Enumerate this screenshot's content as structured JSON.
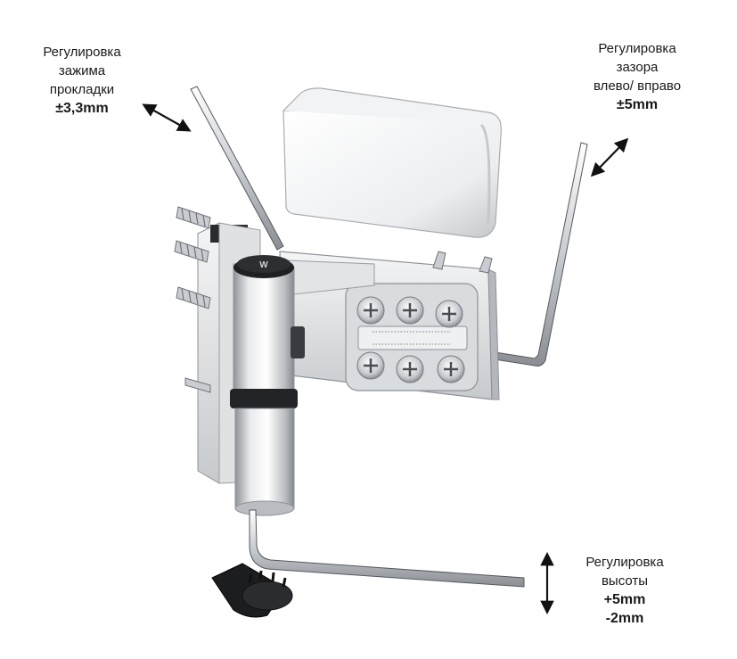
{
  "callouts": {
    "clamp": {
      "lines": [
        "Регулировка",
        "зажима",
        "прокладки"
      ],
      "value": "±3,3mm"
    },
    "gap": {
      "lines": [
        "Регулировка",
        "зазора",
        "влево/ вправо"
      ],
      "value": "±5mm"
    },
    "height": {
      "lines": [
        "Регулировка",
        "высоты"
      ],
      "values": [
        "+5mm",
        "-2mm"
      ]
    }
  },
  "hinge_logo": "W"
}
